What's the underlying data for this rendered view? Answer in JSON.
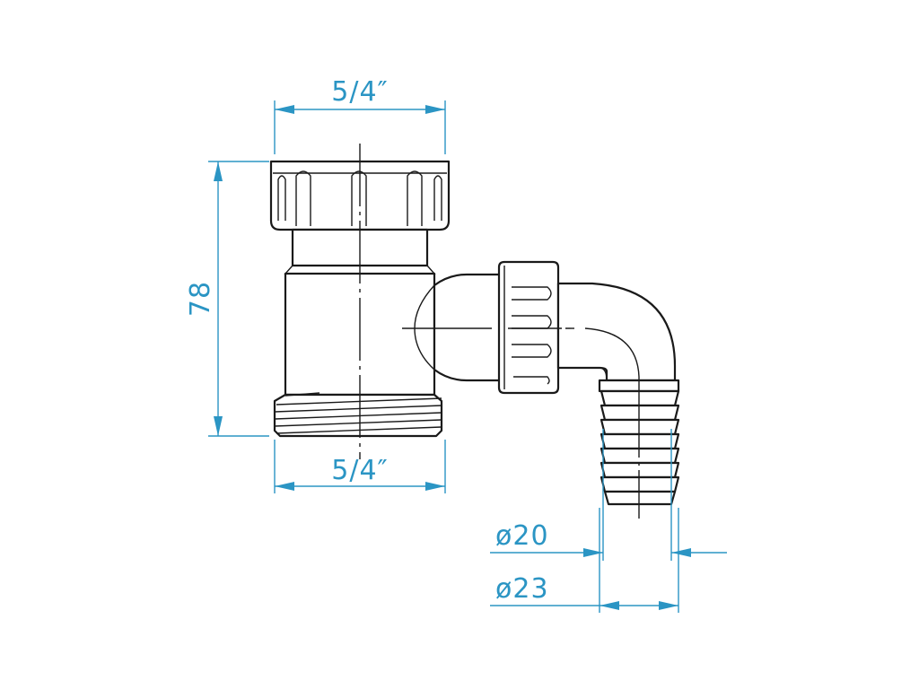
{
  "dimensions": {
    "top_width": "5/4″",
    "height": "78",
    "bottom_width": "5/4″",
    "hose_inner": "ø20",
    "hose_outer": "ø23"
  },
  "colors": {
    "dimension": "#2b95c4",
    "outline": "#1a1a1a",
    "background": "#ffffff"
  }
}
